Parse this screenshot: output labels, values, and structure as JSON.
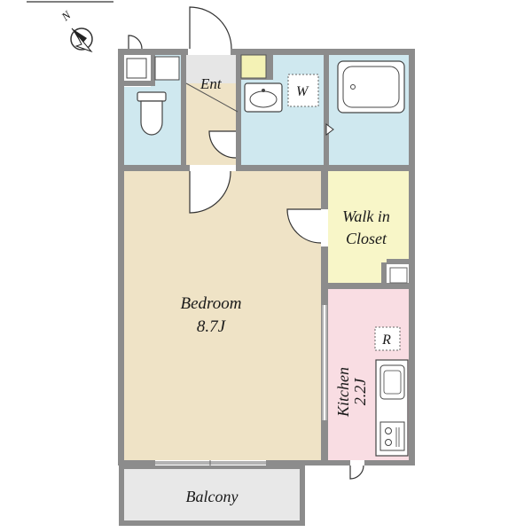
{
  "compass": {
    "label": "N",
    "icon": "north-arrow-icon"
  },
  "rooms": {
    "entrance": {
      "label": "Ent"
    },
    "washer": {
      "label": "W"
    },
    "bedroom": {
      "label": "Bedroom",
      "size": "8.7J"
    },
    "walk_in_closet": {
      "line1": "Walk in",
      "line2": "Closet"
    },
    "kitchen": {
      "label": "Kitchen",
      "size": "2.2J"
    },
    "refrigerator": {
      "label": "R"
    },
    "balcony": {
      "label": "Balcony"
    }
  },
  "colors": {
    "wall": "#8c8c8c",
    "bedroom_floor": "#efe3c6",
    "wet_area": "#cfe8ef",
    "closet": "#f8f6c8",
    "kitchen": "#f9dde3",
    "entrance_floor": "#e6e6e6",
    "shoe_box": "#f4f2b5",
    "balcony": "#e8e8e8"
  }
}
